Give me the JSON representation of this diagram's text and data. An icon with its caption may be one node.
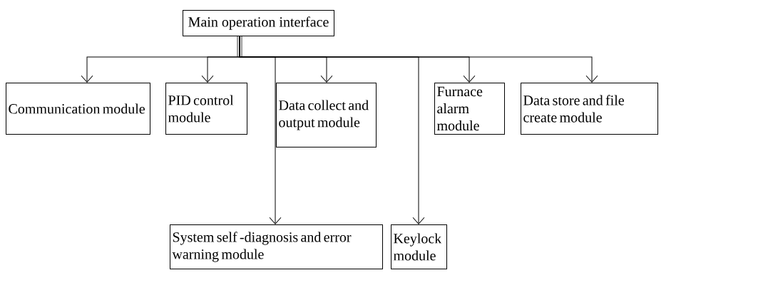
{
  "diagram": {
    "nodes": [
      {
        "text": [
          "Main operation interface"
        ]
      },
      {
        "text": [
          "Communication module"
        ]
      },
      {
        "text": [
          "PID control module"
        ]
      },
      {
        "text": [
          "Data collect and output module"
        ]
      },
      {
        "text": [
          "Furnace alarm module"
        ]
      },
      {
        "text": [
          "Data store and file create module"
        ]
      },
      {
        "text": [
          "System self -diagnosis and error warning module"
        ]
      },
      {
        "text": [
          "Keylock module"
        ]
      }
    ],
    "edges": [
      {
        "from": 0,
        "to": 1,
        "arrow": "to"
      },
      {
        "from": 0,
        "to": 2,
        "arrow": "to"
      },
      {
        "from": 0,
        "to": 6,
        "arrow": "to"
      },
      {
        "from": 0,
        "to": 3,
        "arrow": "to"
      },
      {
        "from": 0,
        "to": 7,
        "arrow": "to"
      },
      {
        "from": 0,
        "to": 4,
        "arrow": "to"
      },
      {
        "from": 0,
        "to": 5,
        "arrow": "to"
      }
    ]
  }
}
